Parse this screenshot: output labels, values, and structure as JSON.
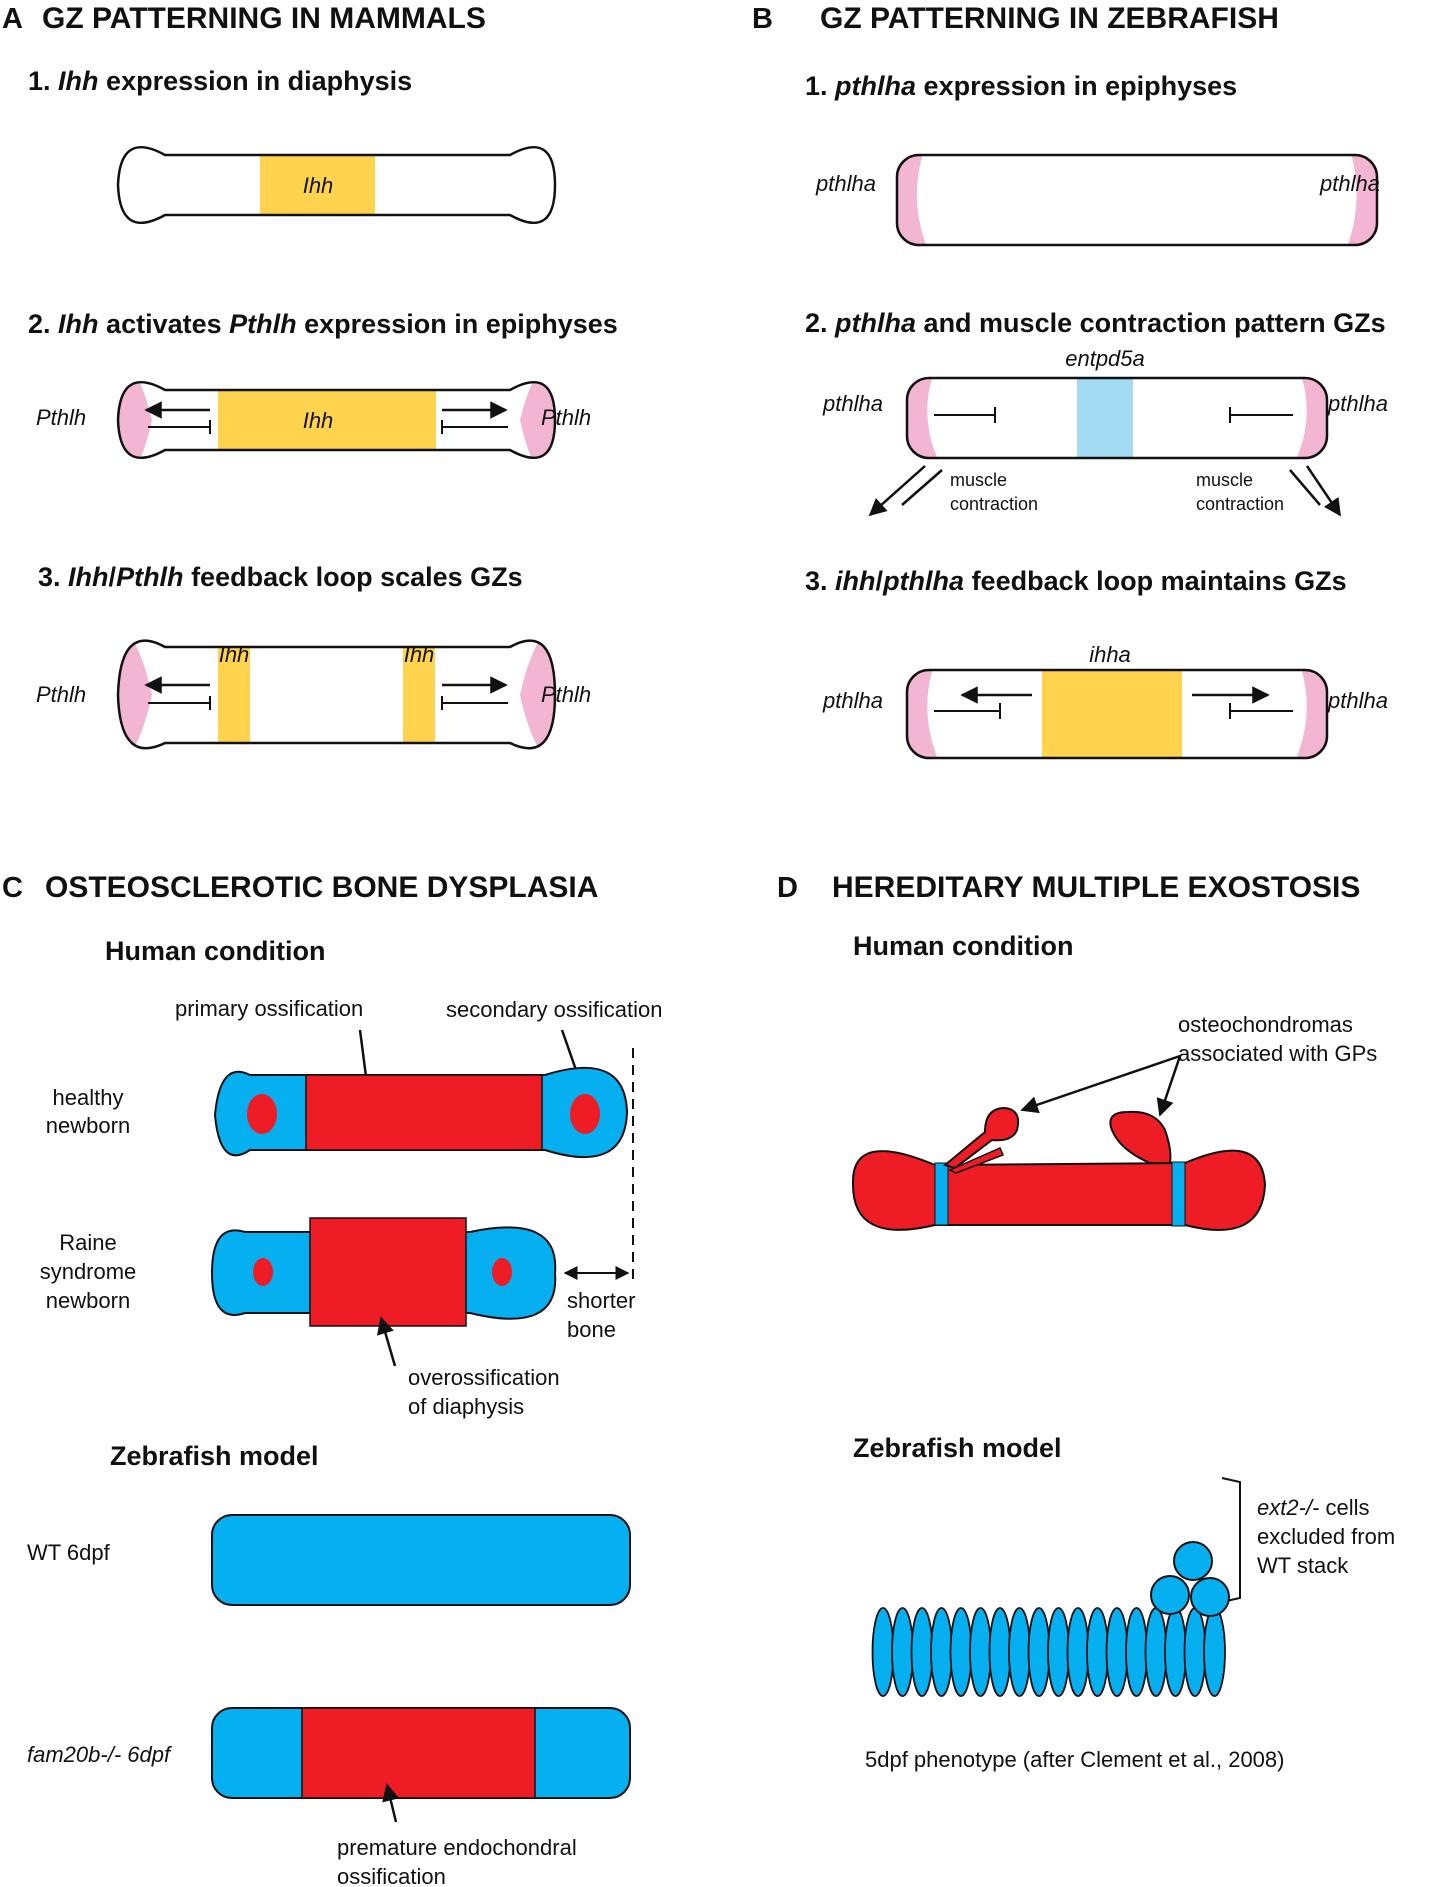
{
  "colors": {
    "ihh_yellow": "#ffd34d",
    "pthlh_pink": "#f2b6d2",
    "entpd5a_blue": "#a3dcf2",
    "cartilage_blue": "#05aff0",
    "bone_red": "#ee1c24",
    "outline": "#111111"
  },
  "panel_a": {
    "letter": "A",
    "title": "GZ PATTERNING IN MAMMALS",
    "step1": {
      "num": "1.",
      "gene": "Ihh",
      "rest": " expression in diaphysis",
      "zone": "Ihh"
    },
    "step2": {
      "num": "2.",
      "gene1": "Ihh",
      "mid": " activates ",
      "gene2": "Pthlh",
      "rest": " expression in epiphyses",
      "zone": "Ihh",
      "left": "Pthlh",
      "right": "Pthlh"
    },
    "step3": {
      "num": "3.",
      "gene1": "Ihh",
      "slash": "/",
      "gene2": "Pthlh",
      "rest": " feedback loop scales GZs",
      "zone_left": "Ihh",
      "zone_right": "Ihh",
      "left": "Pthlh",
      "right": "Pthlh"
    }
  },
  "panel_b": {
    "letter": "B",
    "title": "GZ PATTERNING IN ZEBRAFISH",
    "step1": {
      "num": "1.",
      "gene": "pthlha",
      "rest": " expression in epiphyses",
      "left": "pthlha",
      "right": "pthlha"
    },
    "step2": {
      "num": "2.",
      "gene": "pthlha",
      "rest": " and muscle contraction pattern GZs",
      "zone": "entpd5a",
      "left": "pthlha",
      "right": "pthlha",
      "muscle_line1": "muscle",
      "muscle_line2": "contraction"
    },
    "step3": {
      "num": "3.",
      "gene1": "ihh",
      "slash": "/",
      "gene2": "pthlha",
      "rest": " feedback loop maintains GZs",
      "zone": "ihha",
      "left": "pthlha",
      "right": "pthlha"
    }
  },
  "panel_c": {
    "letter": "C",
    "title": "OSTEOSCLEROTIC BONE DYSPLASIA",
    "human_title": "Human condition",
    "primary": "primary ossification",
    "secondary": "secondary ossification",
    "healthy": [
      "healthy",
      "newborn"
    ],
    "raine": [
      "Raine",
      "syndrome",
      "newborn"
    ],
    "shorter": [
      "shorter",
      "bone"
    ],
    "oveross": [
      "overossification",
      "of diaphysis"
    ],
    "zebrafish_title": "Zebrafish model",
    "wt": "WT 6dpf",
    "mutant": "fam20b-/- 6dpf",
    "premature": [
      "premature endochondral",
      "ossification"
    ]
  },
  "panel_d": {
    "letter": "D",
    "title": "HEREDITARY MULTIPLE EXOSTOSIS",
    "human_title": "Human condition",
    "osteo": [
      "osteochondromas",
      "associated with GPs"
    ],
    "zebrafish_title": "Zebrafish model",
    "ext2_gene": "ext2-/-",
    "ext2_rest": " cells",
    "ext2_lines": [
      "excluded from",
      "WT stack"
    ],
    "caption": "5dpf phenotype (after Clement et al., 2008)"
  }
}
